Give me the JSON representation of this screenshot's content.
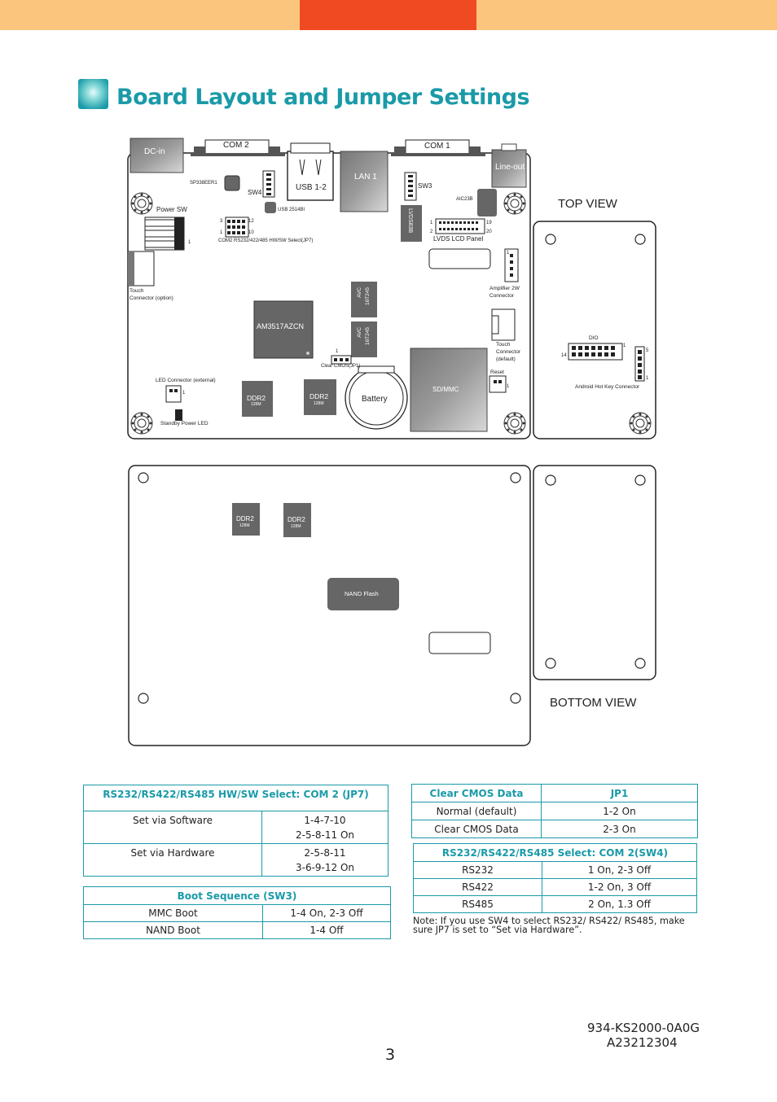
{
  "header": {
    "colors": {
      "light": "#fcc57e",
      "accent": "#f04a23",
      "title": "#1a9aa8"
    }
  },
  "title": "Board Layout and Jumper Settings",
  "views": {
    "top": "TOP VIEW",
    "bottom": "BOTTOM VIEW"
  },
  "board_top": {
    "dc_in": "DC-in",
    "com2": "COM 2",
    "com1": "COM 1",
    "lan1": "LAN 1",
    "line_out": "Line-out",
    "usb": "USB 1-2",
    "sw4": "SW4",
    "sw3": "SW3",
    "sp338": "SP338EER1",
    "usb2514": "USB 2514BI",
    "aic23b": "AIC23B",
    "power_sw": "Power SW",
    "jp7_pin3": "3",
    "jp7_pin12": "12",
    "jp7_pin1": "1",
    "jp7_pin10": "10",
    "jp7_label": "COM2 RS232/422/485 HW/SW Select(JP7)",
    "lvds_chip": "LVDS83B",
    "lvds_pin1": "1",
    "lvds_pin19": "19",
    "lvds_pin2": "2",
    "lvds_pin20": "20",
    "lvds_panel": "LVDS LCD Panel",
    "touch_opt": "Touch",
    "touch_opt2": "Connector (option)",
    "amp_pin": "1",
    "amp1": "Amplifier 2W",
    "amp2": "Connector",
    "avc": "AVC",
    "avc_num": "16T245",
    "avc2": "AVC",
    "avc2_num": "16T245",
    "cpu": "AM3517AZCN",
    "touch_def1": "Touch",
    "touch_def2": "Connector",
    "touch_def3": "(default)",
    "jp1_pin": "1",
    "jp1_label": "Clear CMOS(JP1)",
    "led_ext": "LED Connector (external)",
    "led_pin": "1",
    "ddr2_a": "DDR2",
    "ddr2_a_size": "128M",
    "ddr2_b": "DDR2",
    "ddr2_b_size": "128M",
    "battery": "Battery",
    "sdmmc": "SD/MMC",
    "reset": "Reset",
    "reset_pin": "1",
    "standby": "Standby Power LED",
    "power_pin": "1"
  },
  "board_side": {
    "dio": "DIO",
    "dio_pin14": "14",
    "dio_pin1": "1",
    "hk_pin5": "5",
    "hk_pin1": "1",
    "hotkey": "Android Hot Key Connector"
  },
  "board_bottom": {
    "ddr2_a": "DDR2",
    "ddr2_a_size": "128M",
    "ddr2_b": "DDR2",
    "ddr2_b_size": "128M",
    "nand": "NAND Flash"
  },
  "table_jp7": {
    "header": "RS232/RS422/RS485 HW/SW Select: COM 2 (JP7)",
    "rows": [
      {
        "label": "Set via Software",
        "v1": "1-4-7-10",
        "v2": "2-5-8-11 On"
      },
      {
        "label": "Set via Hardware",
        "v1": "2-5-8-11",
        "v2": "3-6-9-12 On"
      }
    ]
  },
  "table_sw3": {
    "header": "Boot Sequence (SW3)",
    "rows": [
      {
        "label": "MMC Boot",
        "value": "1-4 On, 2-3 Off"
      },
      {
        "label": "NAND Boot",
        "value": "1-4 Off"
      }
    ]
  },
  "table_jp1": {
    "h1": "Clear CMOS Data",
    "h2": "JP1",
    "rows": [
      {
        "label": "Normal (default)",
        "value": "1-2 On"
      },
      {
        "label": "Clear CMOS Data",
        "value": "2-3 On"
      }
    ]
  },
  "table_sw4": {
    "header": "RS232/RS422/RS485 Select: COM 2(SW4)",
    "rows": [
      {
        "label": "RS232",
        "value": "1 On, 2-3 Off"
      },
      {
        "label": "RS422",
        "value": "1-2 On, 3 Off"
      },
      {
        "label": "RS485",
        "value": "2 On, 1.3 Off"
      }
    ]
  },
  "note": "Note: If you use SW4 to select RS232/ RS422/ RS485, make sure JP7 is set to “Set via Hardware”.",
  "page_number": "3",
  "part_no_1": "934-KS2000-0A0G",
  "part_no_2": "A23212304"
}
